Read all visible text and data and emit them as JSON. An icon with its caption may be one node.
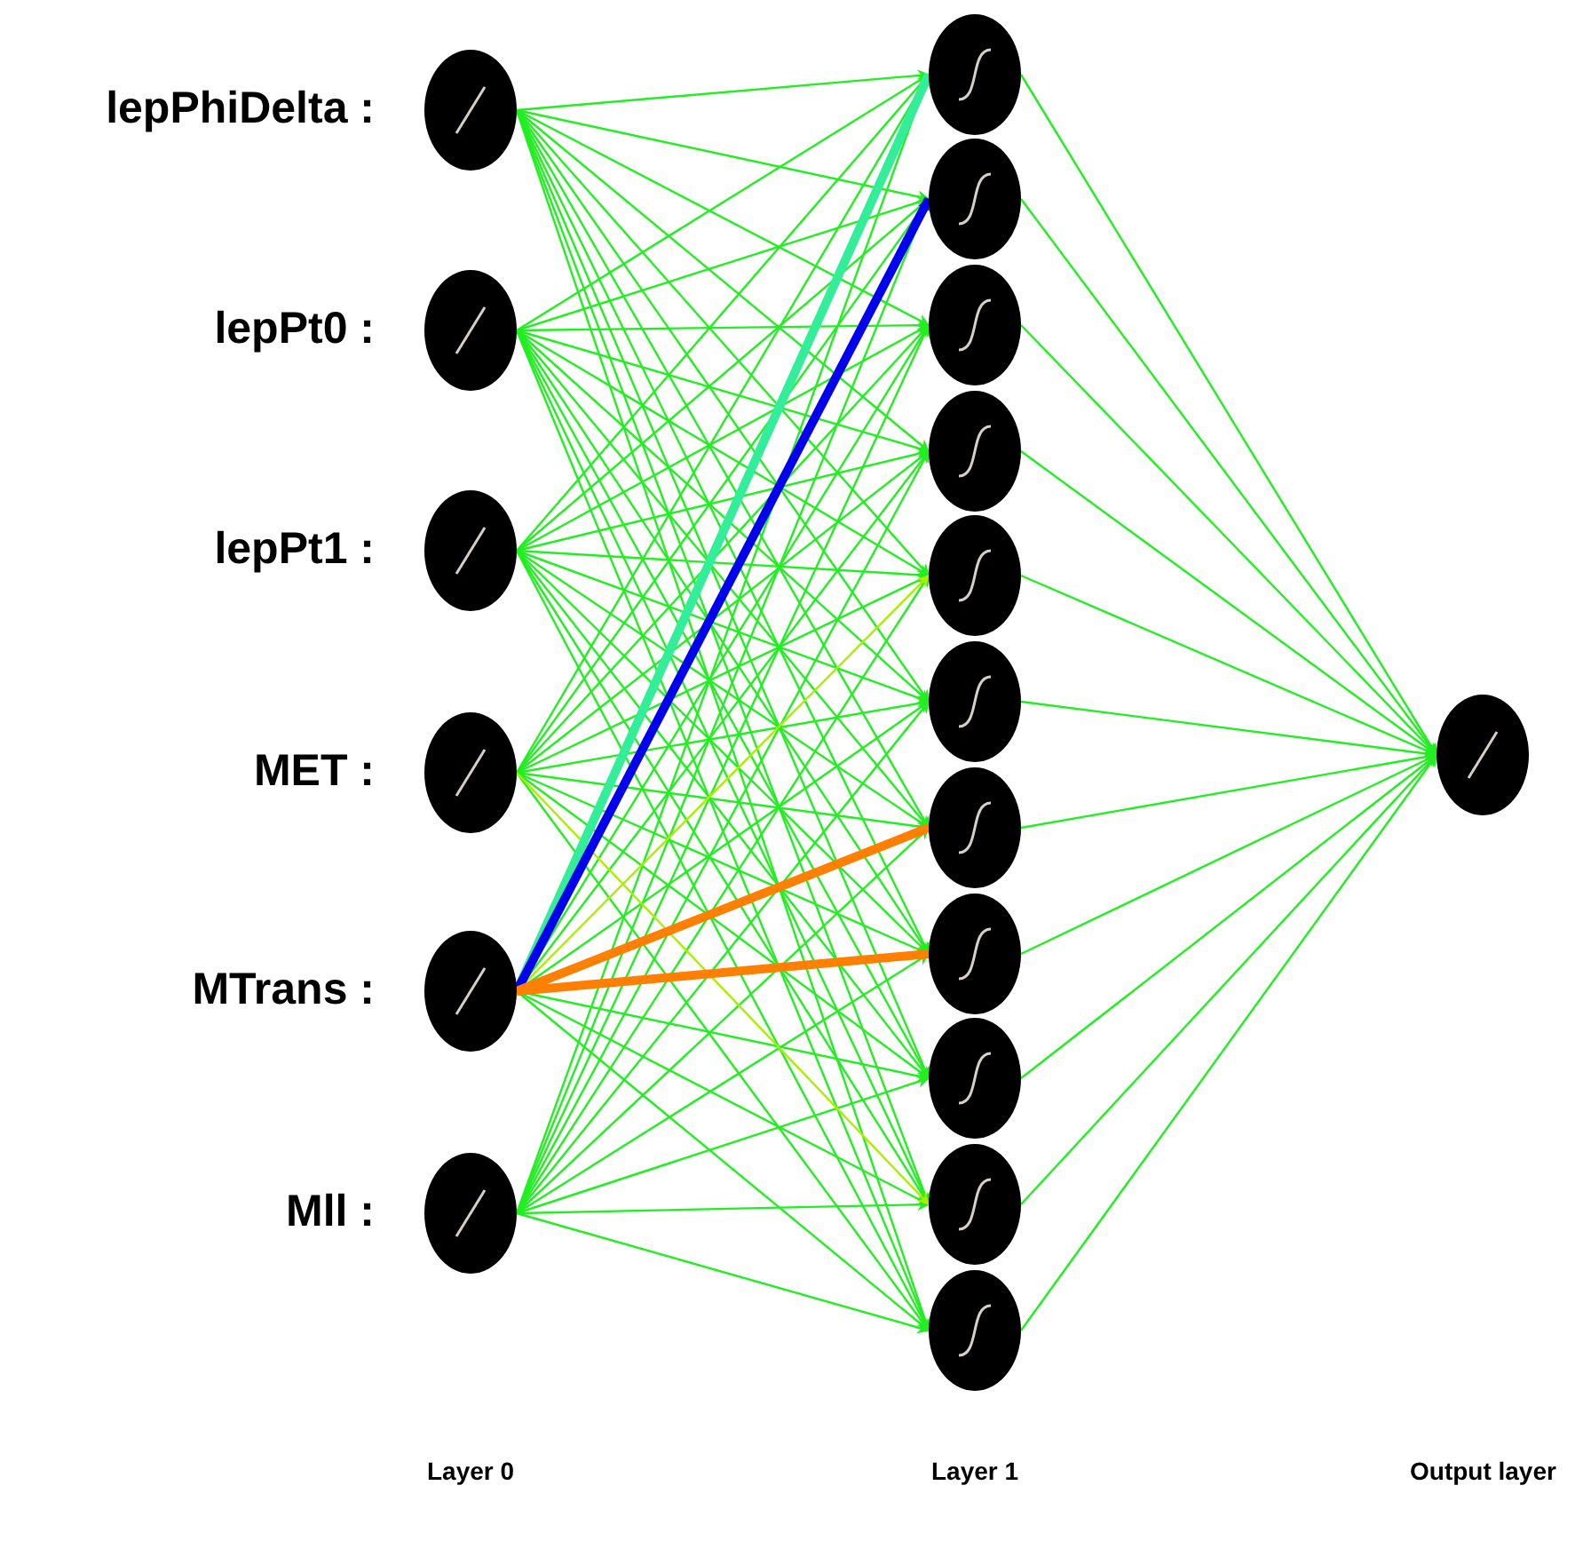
{
  "diagram": {
    "nodes": [
      {
        "text": [],
        "shape": "circle",
        "beside": [
          "lepPhiDelta :"
        ]
      },
      {
        "text": [],
        "shape": "circle",
        "beside": [
          "lepPt0 :"
        ]
      },
      {
        "text": [],
        "shape": "circle",
        "beside": [
          "lepPt1 :"
        ]
      },
      {
        "text": [],
        "shape": "circle",
        "beside": [
          "MET :"
        ]
      },
      {
        "text": [],
        "shape": "circle",
        "beside": [
          "MTrans :"
        ]
      },
      {
        "text": [],
        "shape": "circle",
        "beside": [
          "Mll :"
        ]
      },
      {
        "text": [],
        "shape": "circle"
      },
      {
        "text": [],
        "shape": "circle"
      },
      {
        "text": [],
        "shape": "circle"
      },
      {
        "text": [],
        "shape": "circle"
      },
      {
        "text": [],
        "shape": "circle"
      },
      {
        "text": [],
        "shape": "circle"
      },
      {
        "text": [],
        "shape": "circle"
      },
      {
        "text": [],
        "shape": "circle"
      },
      {
        "text": [],
        "shape": "circle"
      },
      {
        "text": [],
        "shape": "circle"
      },
      {
        "text": [],
        "shape": "circle"
      },
      {
        "text": [],
        "shape": "circle"
      }
    ],
    "edges": [
      {
        "from": 0,
        "to": 6,
        "arrow": "to"
      },
      {
        "from": 0,
        "to": 7,
        "arrow": "to"
      },
      {
        "from": 0,
        "to": 8,
        "arrow": "to"
      },
      {
        "from": 0,
        "to": 9,
        "arrow": "to"
      },
      {
        "from": 0,
        "to": 10,
        "arrow": "to"
      },
      {
        "from": 0,
        "to": 11,
        "arrow": "to"
      },
      {
        "from": 0,
        "to": 12,
        "arrow": "to"
      },
      {
        "from": 0,
        "to": 13,
        "arrow": "to"
      },
      {
        "from": 0,
        "to": 14,
        "arrow": "to"
      },
      {
        "from": 0,
        "to": 15,
        "arrow": "to"
      },
      {
        "from": 0,
        "to": 16,
        "arrow": "to"
      },
      {
        "from": 1,
        "to": 6,
        "arrow": "to"
      },
      {
        "from": 1,
        "to": 7,
        "arrow": "to"
      },
      {
        "from": 1,
        "to": 8,
        "arrow": "to"
      },
      {
        "from": 1,
        "to": 9,
        "arrow": "to"
      },
      {
        "from": 1,
        "to": 10,
        "arrow": "to"
      },
      {
        "from": 1,
        "to": 11,
        "arrow": "to"
      },
      {
        "from": 1,
        "to": 12,
        "arrow": "to"
      },
      {
        "from": 1,
        "to": 13,
        "arrow": "to"
      },
      {
        "from": 1,
        "to": 14,
        "arrow": "to"
      },
      {
        "from": 1,
        "to": 15,
        "arrow": "to"
      },
      {
        "from": 1,
        "to": 16,
        "arrow": "to"
      },
      {
        "from": 2,
        "to": 6,
        "arrow": "to"
      },
      {
        "from": 2,
        "to": 7,
        "arrow": "to"
      },
      {
        "from": 2,
        "to": 8,
        "arrow": "to"
      },
      {
        "from": 2,
        "to": 9,
        "arrow": "to"
      },
      {
        "from": 2,
        "to": 10,
        "arrow": "to"
      },
      {
        "from": 2,
        "to": 11,
        "arrow": "to"
      },
      {
        "from": 2,
        "to": 12,
        "arrow": "to"
      },
      {
        "from": 2,
        "to": 13,
        "arrow": "to"
      },
      {
        "from": 2,
        "to": 14,
        "arrow": "to"
      },
      {
        "from": 2,
        "to": 15,
        "arrow": "to"
      },
      {
        "from": 2,
        "to": 16,
        "arrow": "to"
      },
      {
        "from": 3,
        "to": 6,
        "arrow": "to"
      },
      {
        "from": 3,
        "to": 7,
        "arrow": "to"
      },
      {
        "from": 3,
        "to": 8,
        "arrow": "to"
      },
      {
        "from": 3,
        "to": 9,
        "arrow": "to"
      },
      {
        "from": 3,
        "to": 10,
        "arrow": "to"
      },
      {
        "from": 3,
        "to": 11,
        "arrow": "to"
      },
      {
        "from": 3,
        "to": 12,
        "arrow": "to"
      },
      {
        "from": 3,
        "to": 13,
        "arrow": "to"
      },
      {
        "from": 3,
        "to": 14,
        "arrow": "to"
      },
      {
        "from": 3,
        "to": 15,
        "arrow": "to",
        "color": "#aaee00"
      },
      {
        "from": 3,
        "to": 16,
        "arrow": "to"
      },
      {
        "from": 4,
        "to": 6,
        "arrow": "to",
        "style": "thick",
        "color": "#33ee99"
      },
      {
        "from": 4,
        "to": 7,
        "arrow": "to",
        "style": "thick",
        "color": "#0000ee"
      },
      {
        "from": 4,
        "to": 8,
        "arrow": "to"
      },
      {
        "from": 4,
        "to": 9,
        "arrow": "to"
      },
      {
        "from": 4,
        "to": 10,
        "arrow": "to",
        "color": "#aaee00"
      },
      {
        "from": 4,
        "to": 11,
        "arrow": "to"
      },
      {
        "from": 4,
        "to": 12,
        "arrow": "to",
        "style": "thick",
        "color": "#ff8000"
      },
      {
        "from": 4,
        "to": 13,
        "arrow": "to",
        "style": "thick",
        "color": "#ff8000"
      },
      {
        "from": 4,
        "to": 14,
        "arrow": "to"
      },
      {
        "from": 4,
        "to": 15,
        "arrow": "to"
      },
      {
        "from": 4,
        "to": 16,
        "arrow": "to"
      },
      {
        "from": 5,
        "to": 6,
        "arrow": "to"
      },
      {
        "from": 5,
        "to": 7,
        "arrow": "to"
      },
      {
        "from": 5,
        "to": 8,
        "arrow": "to"
      },
      {
        "from": 5,
        "to": 9,
        "arrow": "to"
      },
      {
        "from": 5,
        "to": 10,
        "arrow": "to"
      },
      {
        "from": 5,
        "to": 11,
        "arrow": "to"
      },
      {
        "from": 5,
        "to": 12,
        "arrow": "to"
      },
      {
        "from": 5,
        "to": 13,
        "arrow": "to"
      },
      {
        "from": 5,
        "to": 14,
        "arrow": "to"
      },
      {
        "from": 5,
        "to": 15,
        "arrow": "to"
      },
      {
        "from": 5,
        "to": 16,
        "arrow": "to"
      },
      {
        "from": 6,
        "to": 17,
        "arrow": "to"
      },
      {
        "from": 7,
        "to": 17,
        "arrow": "to"
      },
      {
        "from": 8,
        "to": 17,
        "arrow": "to"
      },
      {
        "from": 9,
        "to": 17,
        "arrow": "to"
      },
      {
        "from": 10,
        "to": 17,
        "arrow": "to"
      },
      {
        "from": 11,
        "to": 17,
        "arrow": "to"
      },
      {
        "from": 12,
        "to": 17,
        "arrow": "to"
      },
      {
        "from": 13,
        "to": 17,
        "arrow": "to"
      },
      {
        "from": 14,
        "to": 17,
        "arrow": "to"
      },
      {
        "from": 15,
        "to": 17,
        "arrow": "to"
      },
      {
        "from": 16,
        "to": 17,
        "arrow": "to"
      }
    ],
    "labels": [
      "Layer 0",
      "Layer 1",
      "Output layer"
    ]
  }
}
